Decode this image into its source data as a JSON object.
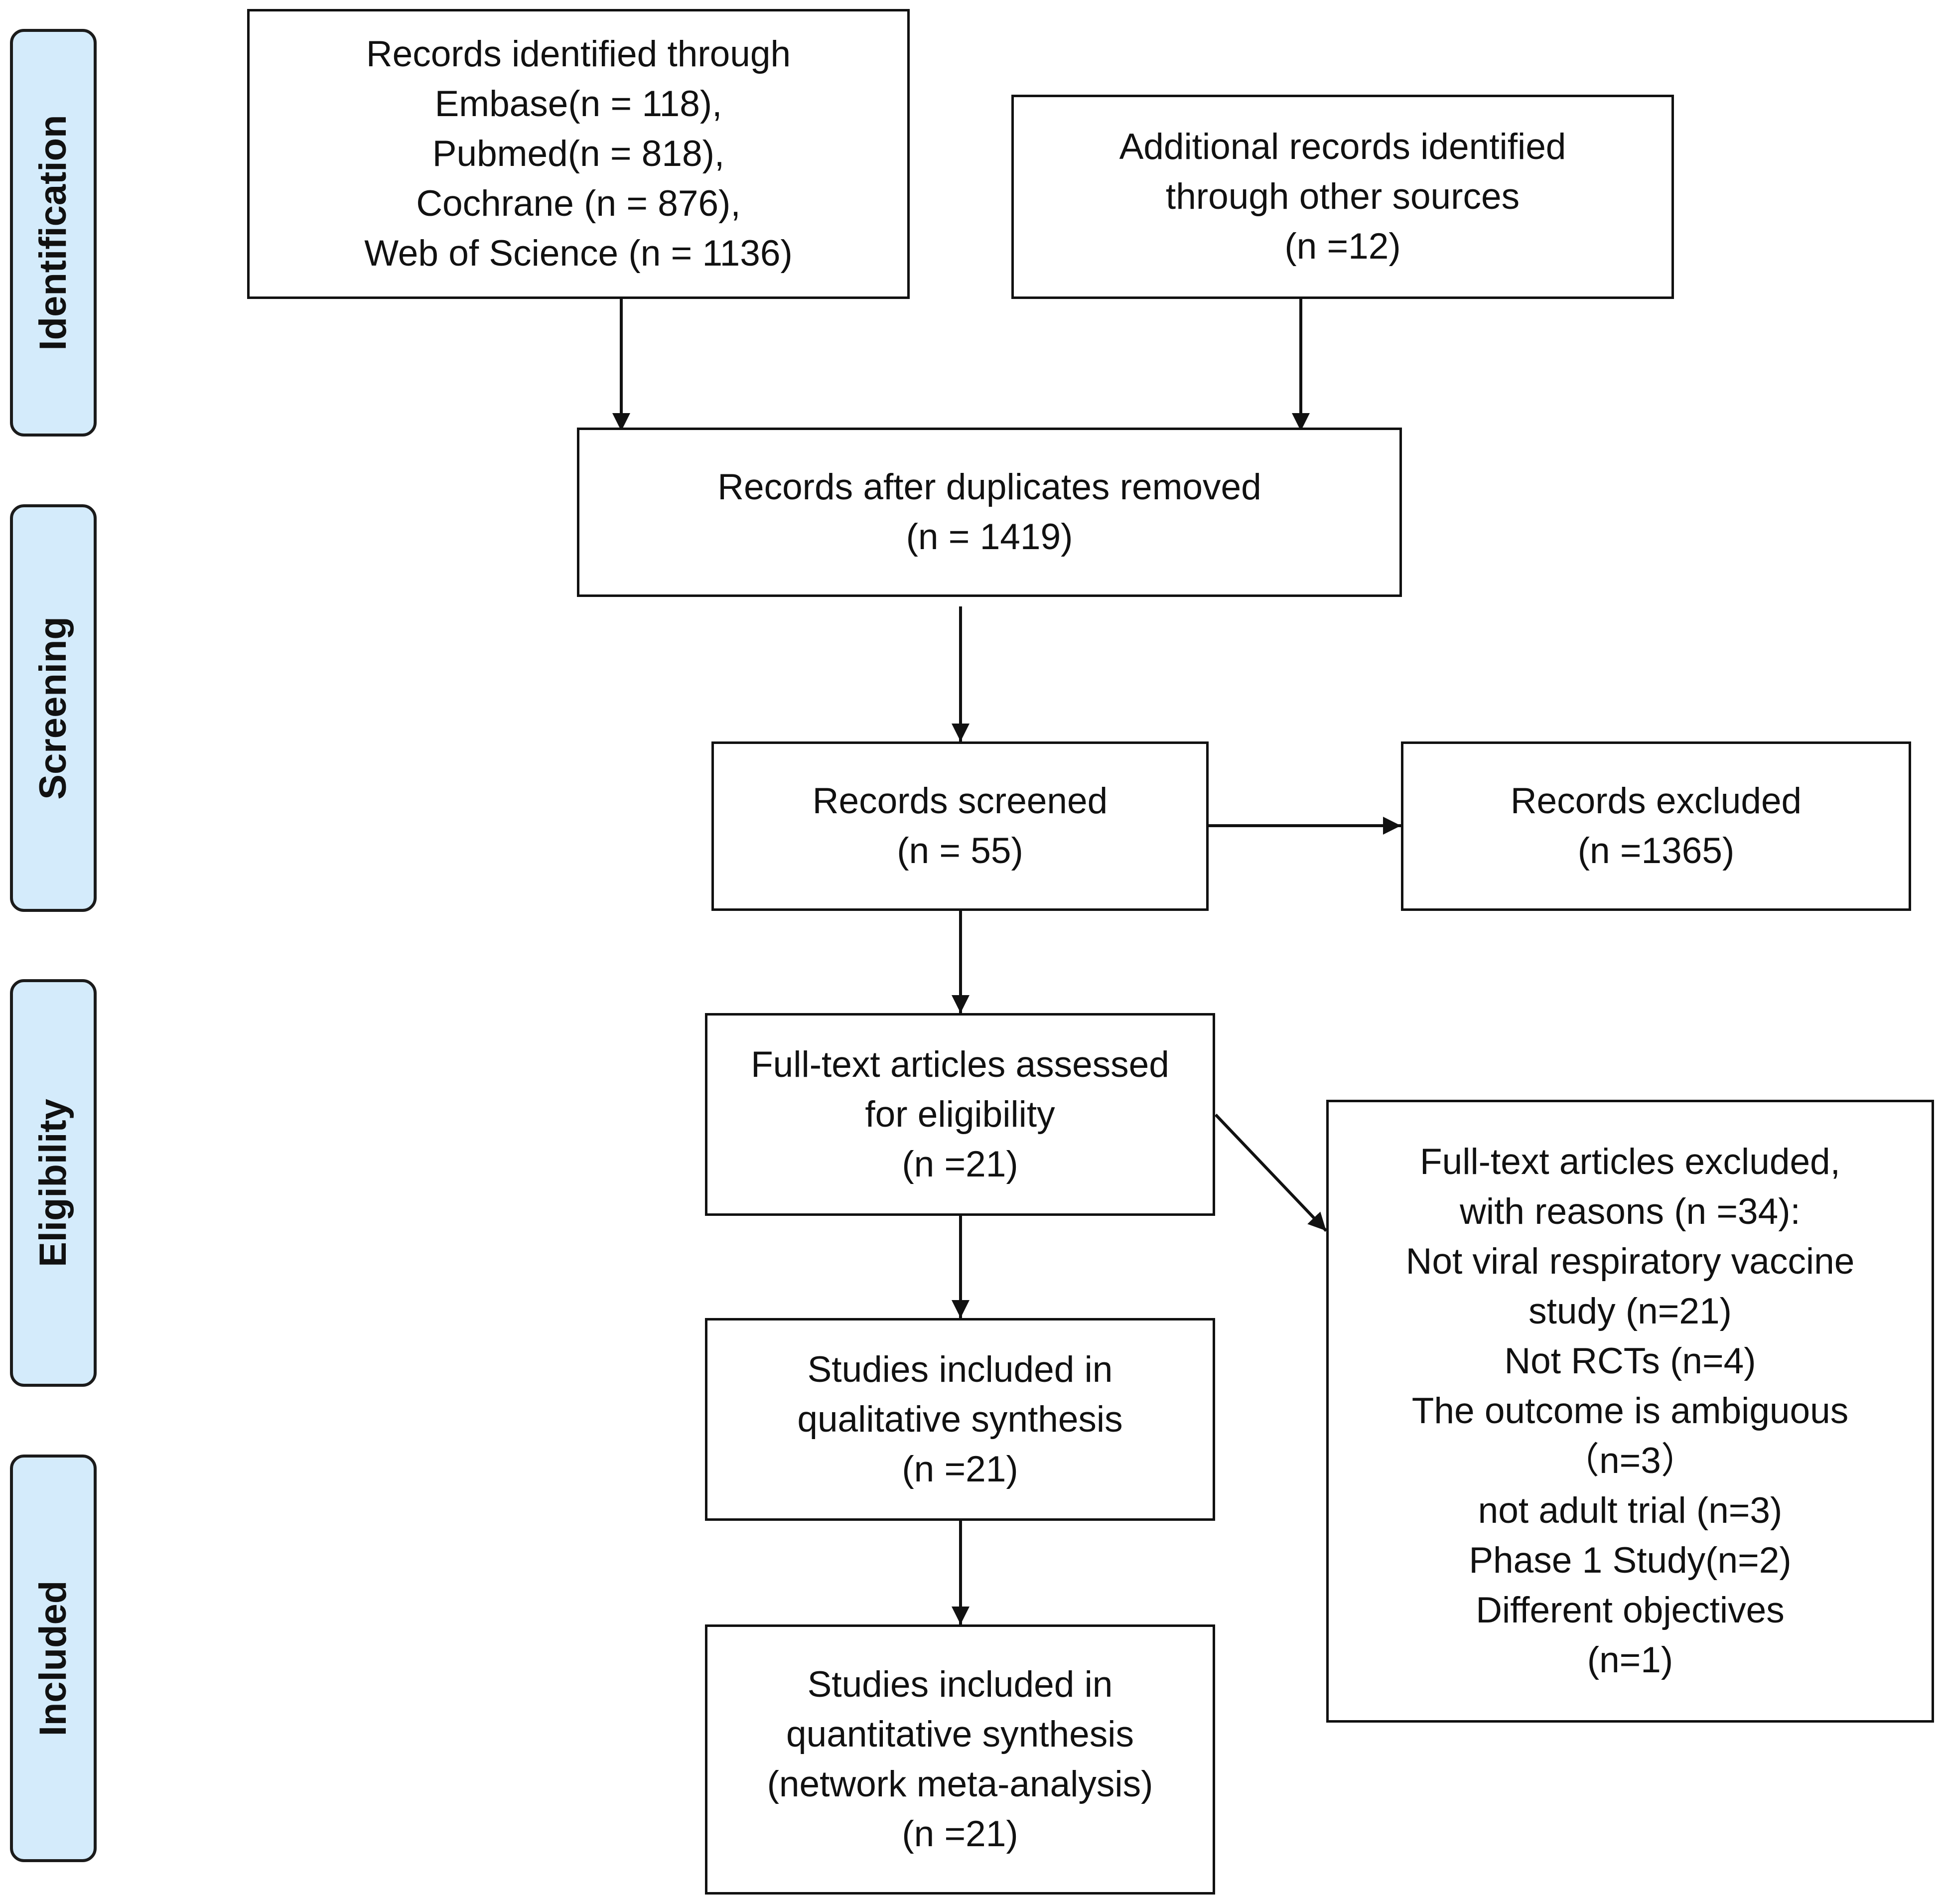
{
  "stages": [
    {
      "id": "identification",
      "label": "Identification"
    },
    {
      "id": "screening",
      "label": "Screening"
    },
    {
      "id": "eligibility",
      "label": "Eligibility"
    },
    {
      "id": "included",
      "label": "Included"
    }
  ],
  "boxes": {
    "records_identified": {
      "lines": [
        "Records identified through",
        "Embase(n = 118),",
        "Pubmed(n = 818),",
        "Cochrane (n = 876),",
        "Web of Science (n = 1136)"
      ]
    },
    "additional_records": {
      "lines": [
        "Additional records identified",
        "through other sources",
        "(n =12)"
      ]
    },
    "after_duplicates": {
      "lines": [
        "Records after duplicates removed",
        "(n = 1419)"
      ]
    },
    "records_screened": {
      "lines": [
        "Records screened",
        "(n = 55)"
      ]
    },
    "records_excluded": {
      "lines": [
        "Records excluded",
        "(n =1365)"
      ]
    },
    "fulltext_assessed": {
      "lines": [
        "Full-text articles assessed",
        "for eligibility",
        "(n =21)"
      ]
    },
    "fulltext_excluded": {
      "lines": [
        "Full-text articles excluded,",
        "with reasons (n =34):",
        "Not  viral respiratory vaccine",
        "study (n=21)",
        "Not RCTs (n=4)",
        "The outcome is ambiguous",
        "（n=3）",
        "not adult trial  (n=3)",
        "Phase 1 Study(n=2)",
        "Different objectives",
        "(n=1)"
      ]
    },
    "qualitative": {
      "lines": [
        "Studies included in",
        "qualitative synthesis",
        "(n =21)"
      ]
    },
    "quantitative": {
      "lines": [
        "Studies included in",
        "quantitative synthesis",
        "(network meta-analysis)",
        "(n =21)"
      ]
    }
  }
}
